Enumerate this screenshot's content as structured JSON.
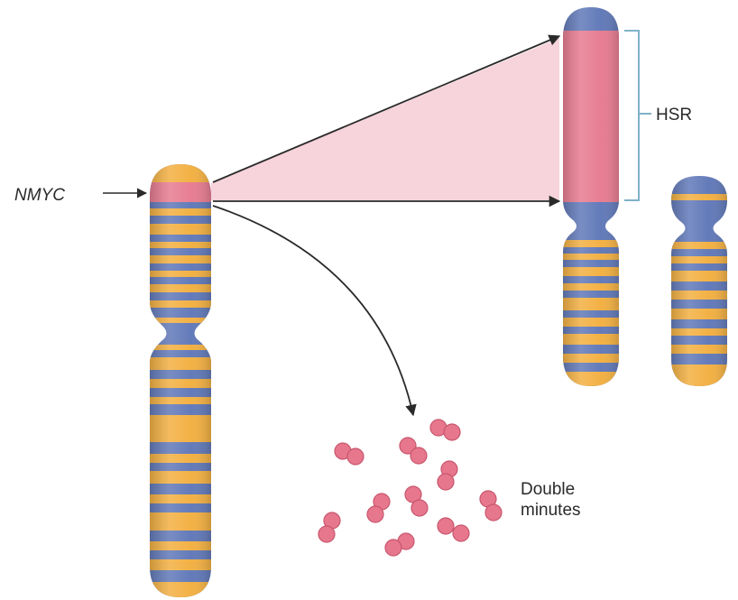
{
  "labels": {
    "gene": "NMYC",
    "hsr": "HSR",
    "double_minutes_line1": "Double",
    "double_minutes_line2": "minutes"
  },
  "colors": {
    "blue": "#5b74b6",
    "orange": "#f2ad3b",
    "pink": "#e6778d",
    "wedge": "#f7d3db",
    "line": "#2a2a2a",
    "bracket": "#7fb2c9"
  }
}
